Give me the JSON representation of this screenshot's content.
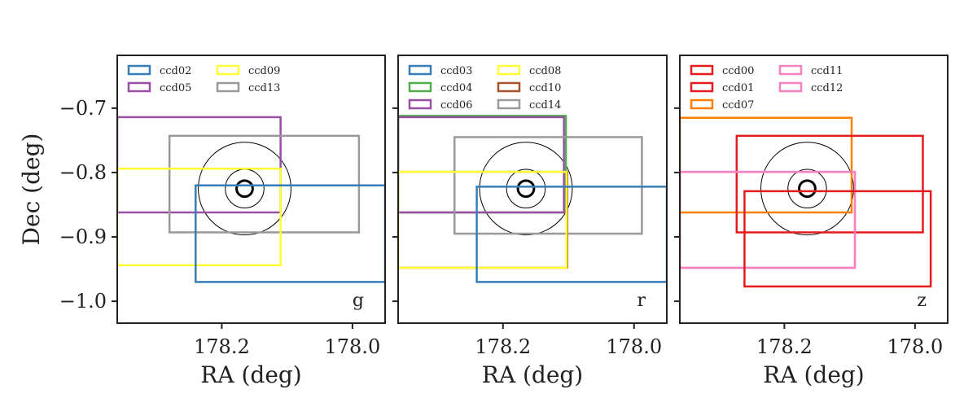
{
  "chart_data": [
    {
      "type": "rectangles",
      "band": "g",
      "xlabel": "RA (deg)",
      "ylabel": "Dec (deg)",
      "xlim": [
        178.36,
        177.95
      ],
      "ylim": [
        -1.034,
        -0.618
      ],
      "xticks": [
        178.2,
        178.0
      ],
      "yticks": [
        -0.7,
        -0.8,
        -0.9,
        -1.0
      ],
      "xtick_labels": [
        "178.2",
        "178.0"
      ],
      "ytick_labels": [
        "−0.7",
        "−0.8",
        "−0.9",
        "−1.0"
      ],
      "legend": [
        "ccd02",
        "ccd05",
        "ccd09",
        "ccd13"
      ],
      "ccds": [
        {
          "name": "ccd05",
          "color": "#984ea3",
          "ra": [
            178.36,
            178.11
          ],
          "dec": [
            -0.862,
            -0.714
          ]
        },
        {
          "name": "ccd13",
          "color": "#999999",
          "ra": [
            178.28,
            177.99
          ],
          "dec": [
            -0.893,
            -0.743
          ]
        },
        {
          "name": "ccd09",
          "color": "#ffff33",
          "ra": [
            178.36,
            178.11
          ],
          "dec": [
            -0.944,
            -0.794
          ]
        },
        {
          "name": "ccd02",
          "color": "#377eb8",
          "ra": [
            178.24,
            177.95
          ],
          "dec": [
            -0.97,
            -0.82
          ]
        }
      ],
      "target": {
        "ra": 178.165,
        "dec": -0.825
      },
      "circles_deg": [
        0.072,
        0.03,
        0.0125
      ]
    },
    {
      "type": "rectangles",
      "band": "r",
      "xlabel": "RA (deg)",
      "ylabel": "",
      "xlim": [
        178.36,
        177.95
      ],
      "ylim": [
        -1.034,
        -0.618
      ],
      "xticks": [
        178.2,
        178.0
      ],
      "yticks": [
        -0.7,
        -0.8,
        -0.9,
        -1.0
      ],
      "xtick_labels": [
        "178.2",
        "178.0"
      ],
      "ytick_labels": [],
      "legend": [
        "ccd03",
        "ccd04",
        "ccd06",
        "ccd08",
        "ccd10",
        "ccd14"
      ],
      "ccds": [
        {
          "name": "ccd04",
          "color": "#4daf4a",
          "ra": [
            178.36,
            178.104
          ],
          "dec": [
            -0.862,
            -0.712
          ]
        },
        {
          "name": "ccd06",
          "color": "#984ea3",
          "ra": [
            178.36,
            178.107
          ],
          "dec": [
            -0.862,
            -0.714
          ]
        },
        {
          "name": "ccd14",
          "color": "#999999",
          "ra": [
            178.274,
            177.988
          ],
          "dec": [
            -0.895,
            -0.745
          ]
        },
        {
          "name": "ccd10",
          "color": "#a65628",
          "ra": [
            178.36,
            178.102
          ],
          "dec": [
            -0.948,
            -0.799
          ]
        },
        {
          "name": "ccd08",
          "color": "#ffff33",
          "ra": [
            178.36,
            178.103
          ],
          "dec": [
            -0.948,
            -0.799
          ]
        },
        {
          "name": "ccd03",
          "color": "#377eb8",
          "ra": [
            178.24,
            177.95
          ],
          "dec": [
            -0.97,
            -0.822
          ]
        }
      ],
      "target": {
        "ra": 178.165,
        "dec": -0.825
      },
      "circles_deg": [
        0.072,
        0.03,
        0.0125
      ]
    },
    {
      "type": "rectangles",
      "band": "z",
      "xlabel": "RA (deg)",
      "ylabel": "",
      "xlim": [
        178.36,
        177.95
      ],
      "ylim": [
        -1.034,
        -0.618
      ],
      "xticks": [
        178.2,
        178.0
      ],
      "yticks": [
        -0.7,
        -0.8,
        -0.9,
        -1.0
      ],
      "xtick_labels": [
        "178.2",
        "178.0"
      ],
      "ytick_labels": [],
      "legend": [
        "ccd00",
        "ccd01",
        "ccd07",
        "ccd11",
        "ccd12"
      ],
      "ccds": [
        {
          "name": "ccd07",
          "color": "#ff7f00",
          "ra": [
            178.36,
            178.097
          ],
          "dec": [
            -0.862,
            -0.715
          ]
        },
        {
          "name": "ccd00",
          "color": "#e41a1c",
          "ra": [
            178.273,
            177.988
          ],
          "dec": [
            -0.893,
            -0.743
          ]
        },
        {
          "name": "ccd11",
          "color": "#f781bf",
          "ra": [
            178.36,
            178.092
          ],
          "dec": [
            -0.948,
            -0.799
          ]
        },
        {
          "name": "ccd12",
          "color": "#f781bf",
          "ra": [
            178.36,
            178.092
          ],
          "dec": [
            -0.948,
            -0.799
          ]
        },
        {
          "name": "ccd01",
          "color": "#e41a1c",
          "ra": [
            178.261,
            177.976
          ],
          "dec": [
            -0.977,
            -0.829
          ]
        }
      ],
      "target": {
        "ra": 178.165,
        "dec": -0.825
      },
      "circles_deg": [
        0.072,
        0.03,
        0.0125
      ]
    }
  ],
  "legend_colors": {
    "ccd00": "#e41a1c",
    "ccd01": "#e41a1c",
    "ccd02": "#377eb8",
    "ccd03": "#377eb8",
    "ccd04": "#4daf4a",
    "ccd05": "#984ea3",
    "ccd06": "#984ea3",
    "ccd07": "#ff7f00",
    "ccd08": "#ffff33",
    "ccd09": "#ffff33",
    "ccd10": "#a65628",
    "ccd11": "#f781bf",
    "ccd12": "#f781bf",
    "ccd13": "#999999",
    "ccd14": "#999999"
  }
}
